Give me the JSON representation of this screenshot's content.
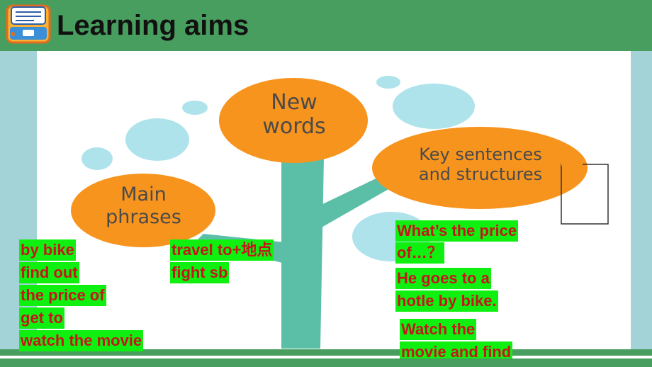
{
  "header": {
    "title": "Learning aims",
    "logo_icon": "clipboard-icon"
  },
  "diagram": {
    "new_words": "New\nwords",
    "main_phrases": "Main\nphrases",
    "key_sentences": "Key sentences\nand structures"
  },
  "phrases_col1": [
    "by bike",
    "find out",
    "the price of",
    "get to",
    "watch the movie"
  ],
  "phrases_col2": [
    "travel to+地点",
    "fight sb"
  ],
  "sentences": {
    "s1_line1": "What’s the price",
    "s1_line2": "of…？",
    "s2_line1": "He goes to a",
    "s2_line2": "hotle by bike.",
    "s3_line1": "Watch the",
    "s3_line2": "movie and find"
  },
  "colors": {
    "header_green": "#479e5e",
    "bubble_orange": "#f7941d",
    "bubble_blue": "#aee3ec",
    "trunk_teal": "#5bbfa8",
    "highlight": "#10f010",
    "text_red": "#c4161c"
  }
}
